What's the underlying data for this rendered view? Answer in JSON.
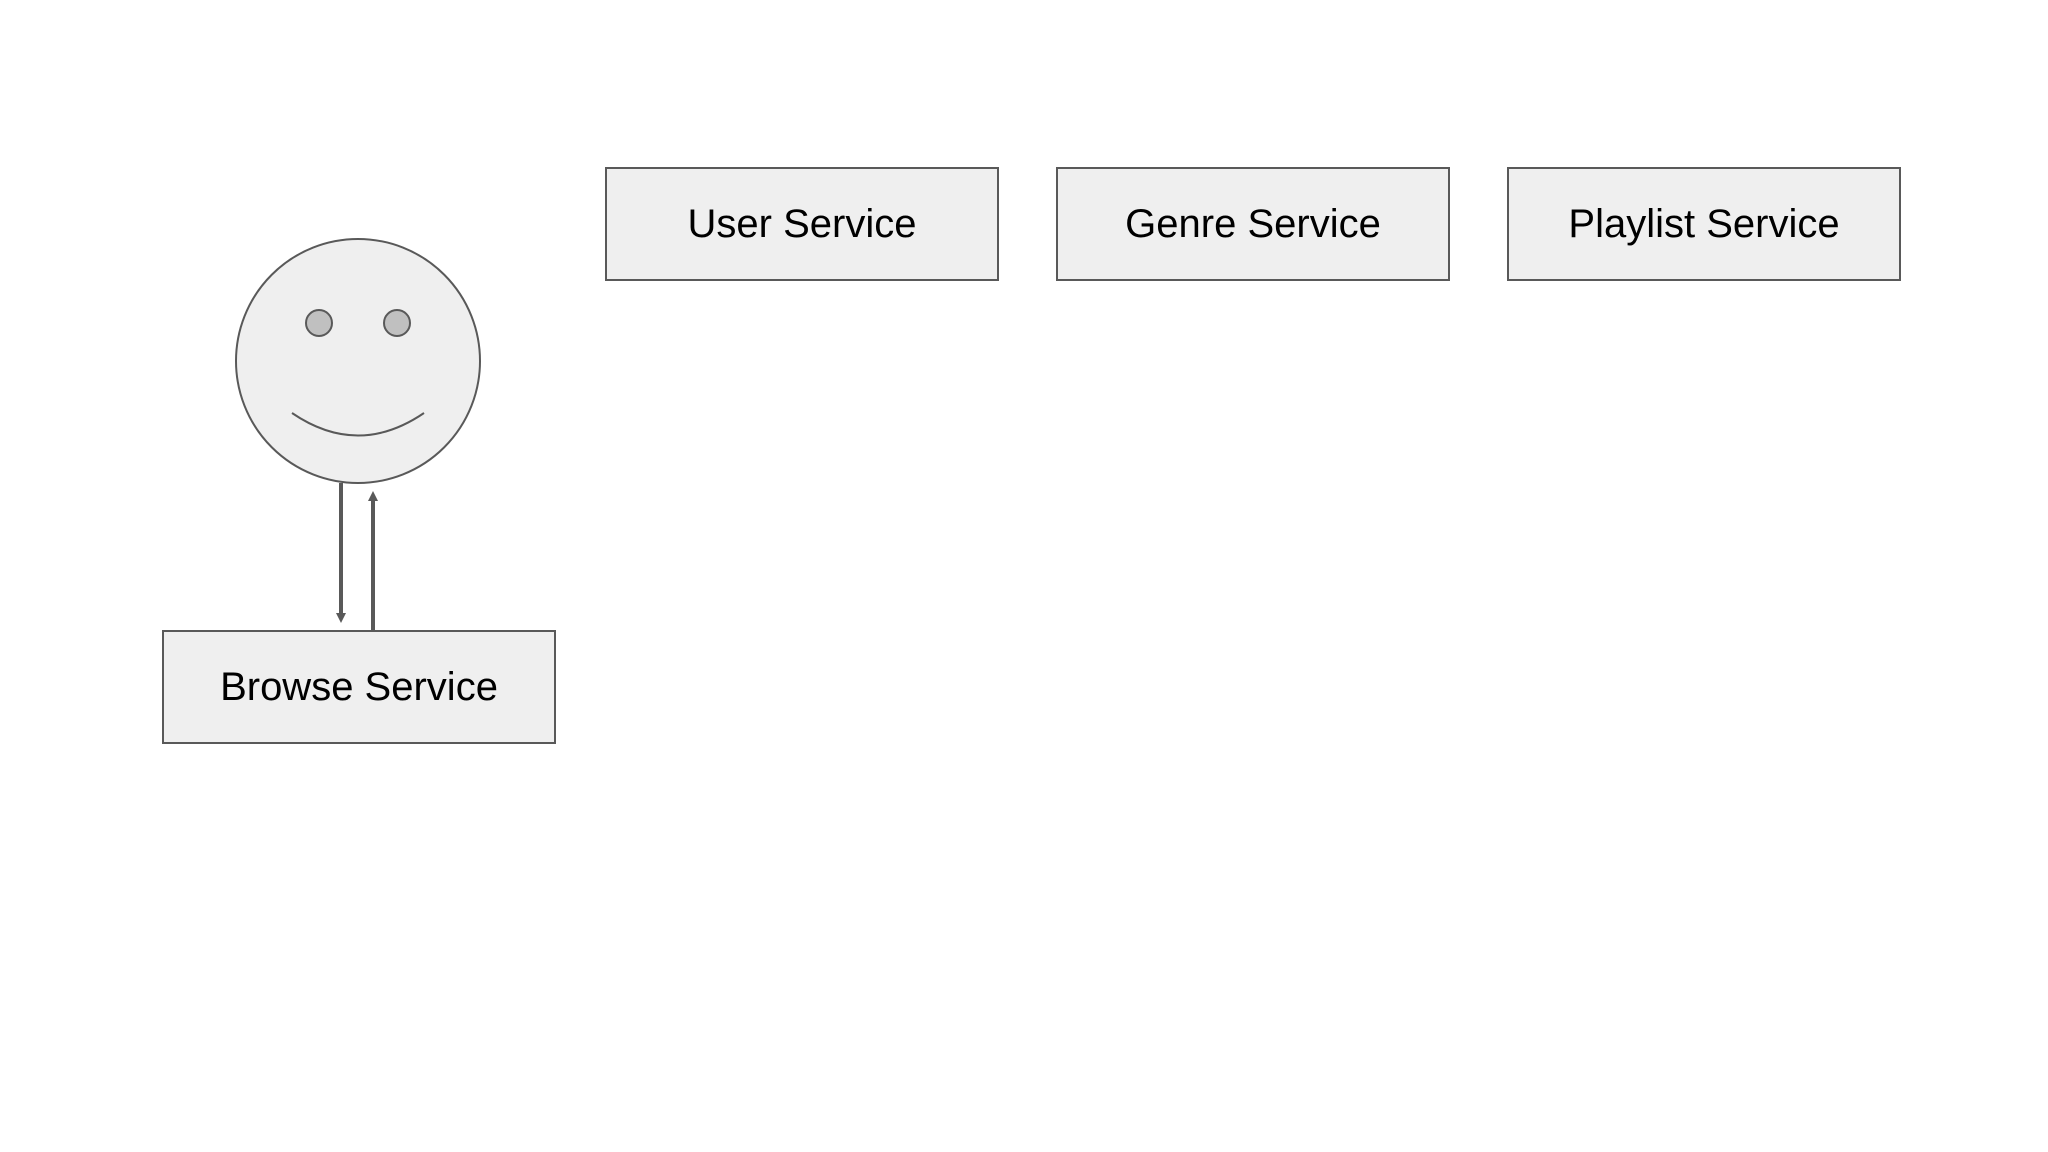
{
  "diagram": {
    "services": {
      "user": "User Service",
      "genre": "Genre Service",
      "playlist": "Playlist Service",
      "browse": "Browse Service"
    },
    "user_icon": "smiley-face-icon",
    "colors": {
      "box_fill": "#efefef",
      "stroke": "#595959",
      "face_fill": "#efefef",
      "eye_fill": "#c0c0c0",
      "text": "#000000"
    }
  }
}
